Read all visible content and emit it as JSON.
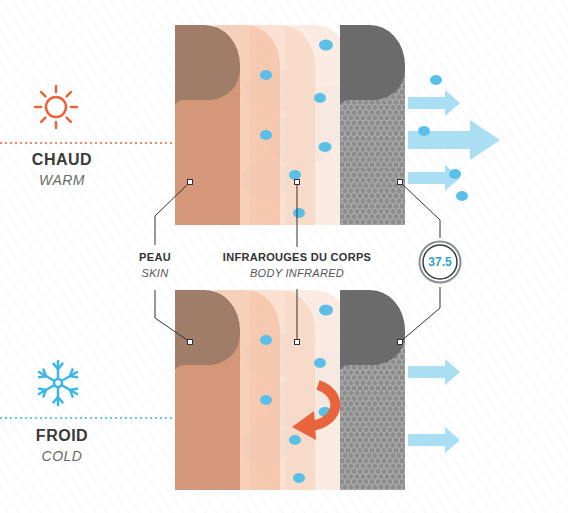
{
  "diagram": {
    "nodes": [
      {
        "text": [
          "37.5"
        ]
      }
    ],
    "labels": [
      "CHAUD",
      "WARM",
      "PEAU",
      "SKIN",
      "INFRAROUGES DU CORPS",
      "BODY INFRARED",
      "FROID",
      "COLD"
    ]
  }
}
